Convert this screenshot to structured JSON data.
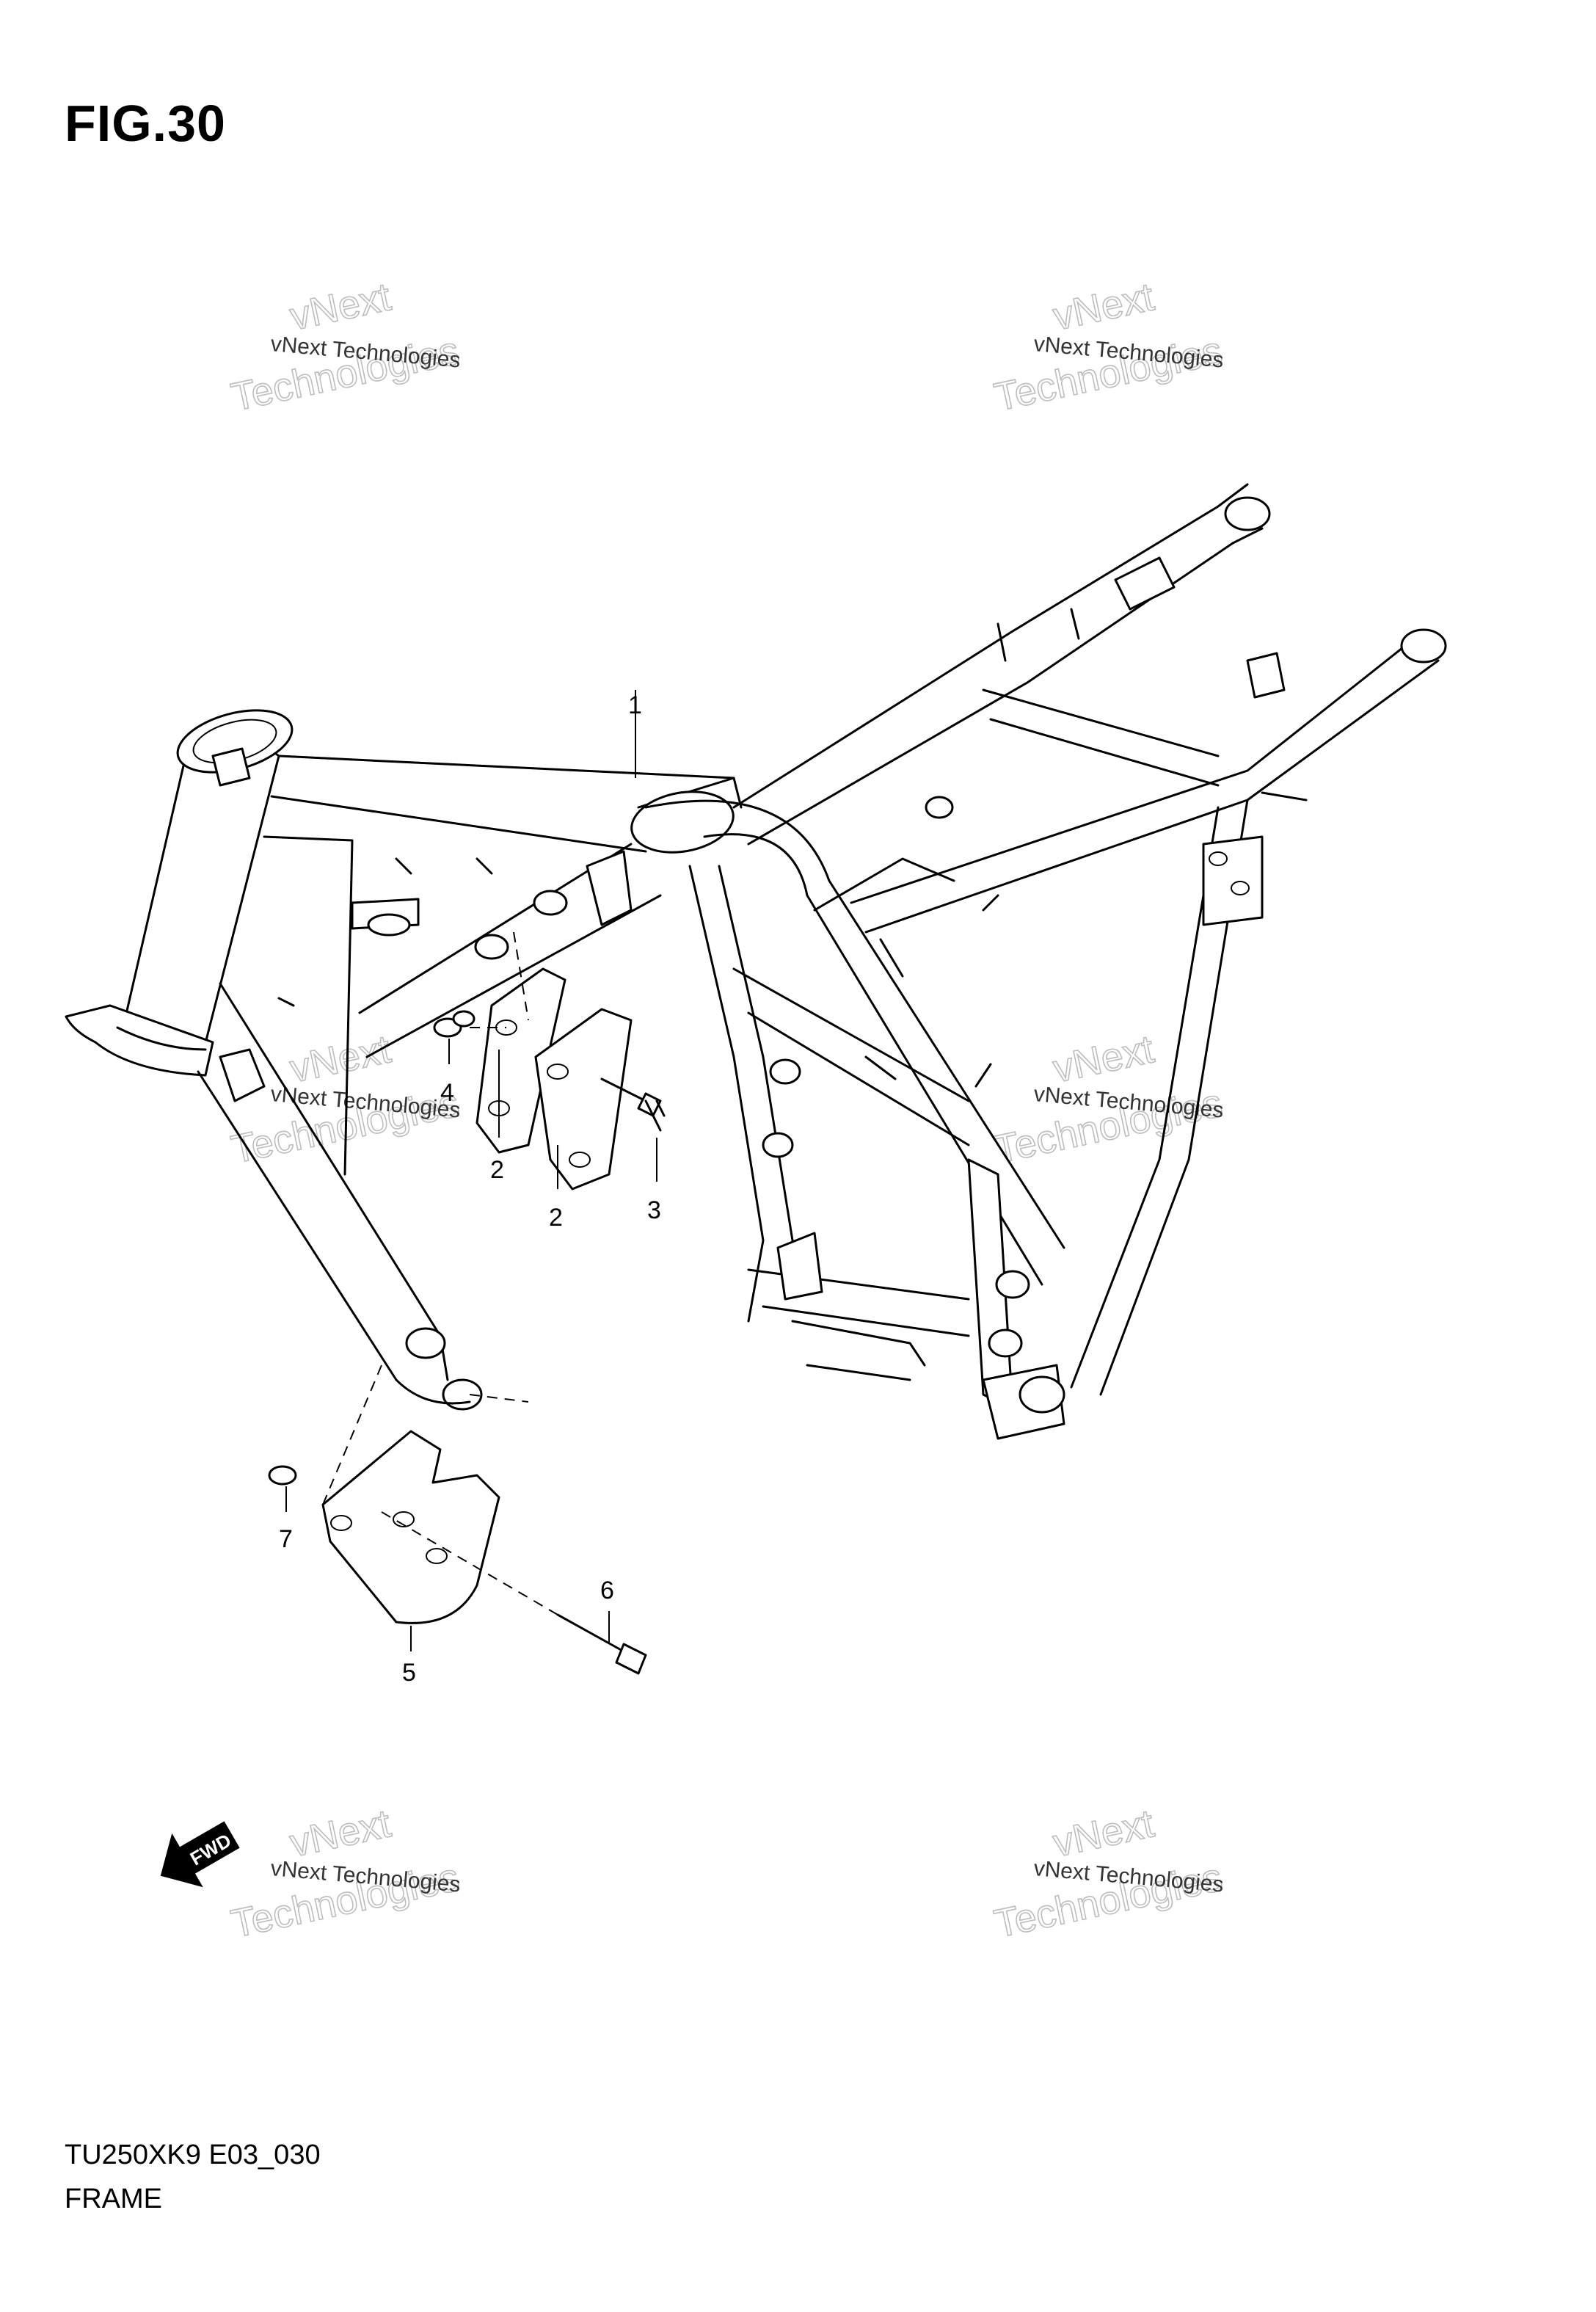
{
  "figure": {
    "title": "FIG.30",
    "model_code": "TU250XK9 E03_030",
    "caption": "FRAME"
  },
  "callouts": [
    {
      "id": 1,
      "label": "1"
    },
    {
      "id": 2,
      "label": "2"
    },
    {
      "id": 3,
      "label": "2"
    },
    {
      "id": 4,
      "label": "3"
    },
    {
      "id": 5,
      "label": "4"
    },
    {
      "id": 6,
      "label": "5"
    },
    {
      "id": 7,
      "label": "6"
    },
    {
      "id": 8,
      "label": "7"
    }
  ],
  "direction_badge": {
    "label": "FWD",
    "icon": "forward-arrow-icon"
  },
  "watermark": {
    "small": "vNext Technologies",
    "large_top": "vNext",
    "large_bottom": "Technologies"
  }
}
